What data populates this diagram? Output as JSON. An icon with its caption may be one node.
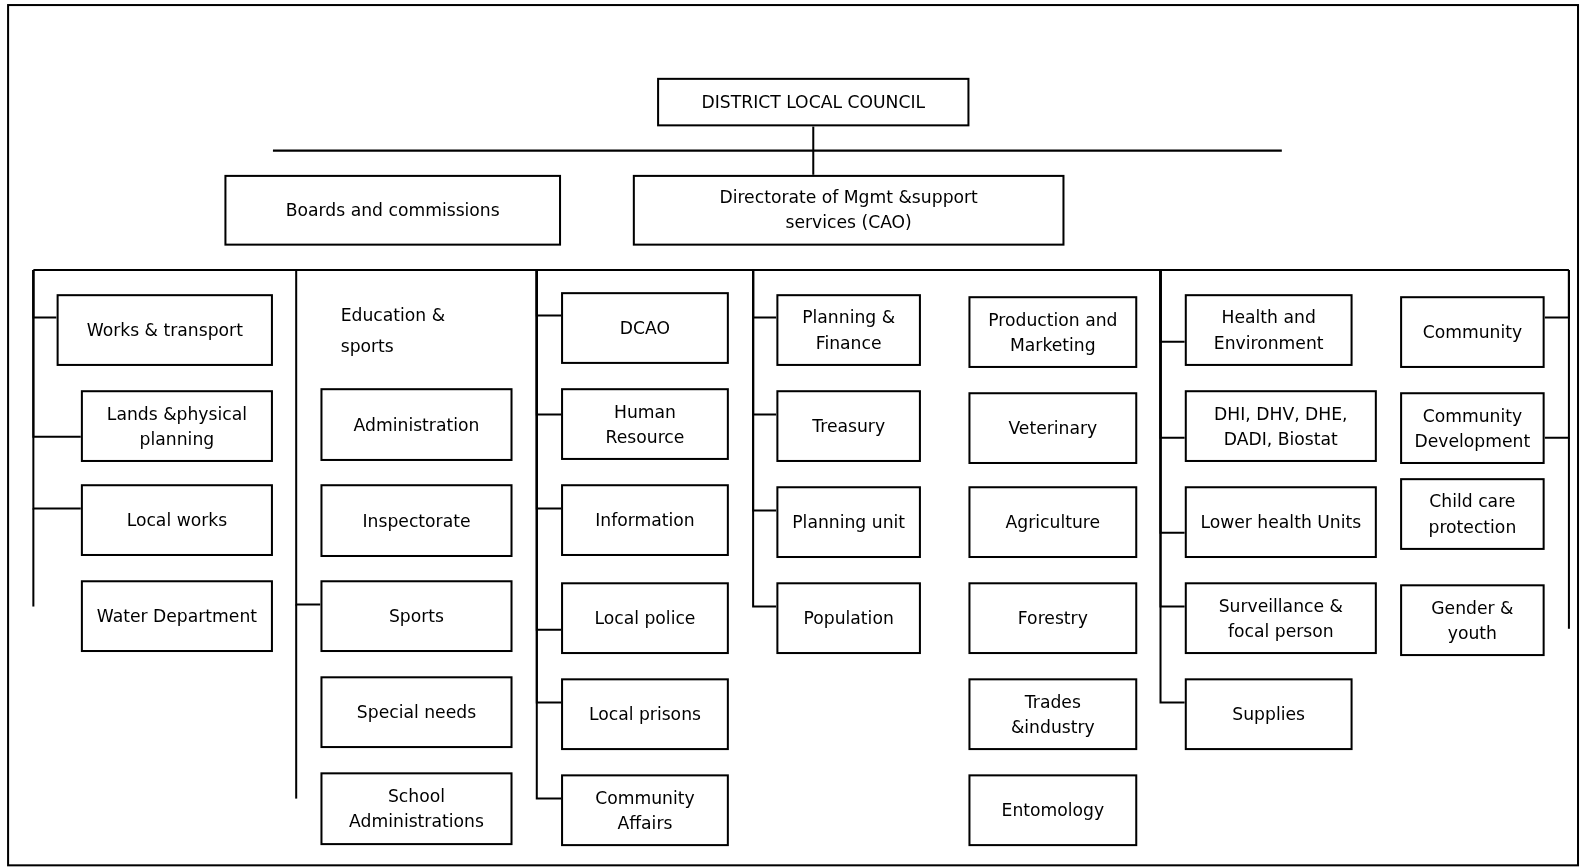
{
  "diagram": {
    "nodes": [
      {
        "text": [
          "DISTRICT  LOCAL COUNCIL"
        ]
      },
      {
        "text": [
          "Boards and commissions"
        ]
      },
      {
        "text": [
          "Directorate of Mgmt &support services (CAO)"
        ]
      },
      {
        "text": [
          "Works & transport"
        ]
      },
      {
        "text": [
          "Lands &physical planning"
        ]
      },
      {
        "text": [
          "Local works"
        ]
      },
      {
        "text": [
          "Water Department"
        ]
      },
      {
        "text": [
          "Administration"
        ]
      },
      {
        "text": [
          "Inspectorate"
        ]
      },
      {
        "text": [
          "Sports"
        ]
      },
      {
        "text": [
          "Special needs"
        ]
      },
      {
        "text": [
          "School Administrations"
        ]
      },
      {
        "text": [
          "DCAO"
        ]
      },
      {
        "text": [
          "Human Resource"
        ]
      },
      {
        "text": [
          "Information"
        ]
      },
      {
        "text": [
          "Local police"
        ]
      },
      {
        "text": [
          "Local prisons"
        ]
      },
      {
        "text": [
          "Community Affairs"
        ]
      },
      {
        "text": [
          "Planning & Finance"
        ]
      },
      {
        "text": [
          "Treasury"
        ]
      },
      {
        "text": [
          "Planning unit"
        ]
      },
      {
        "text": [
          "Population"
        ]
      },
      {
        "text": [
          "Production and Marketing"
        ]
      },
      {
        "text": [
          "Veterinary"
        ]
      },
      {
        "text": [
          "Agriculture"
        ]
      },
      {
        "text": [
          "Forestry"
        ]
      },
      {
        "text": [
          "Trades &industry"
        ]
      },
      {
        "text": [
          "Entomology"
        ]
      },
      {
        "text": [
          "Health and Environment"
        ]
      },
      {
        "text": [
          "DHI, DHV, DHE, DADI, Biostat"
        ]
      },
      {
        "text": [
          "Lower health Units"
        ]
      },
      {
        "text": [
          "Surveillance & focal person"
        ]
      },
      {
        "text": [
          "Supplies"
        ]
      },
      {
        "text": [
          "Community"
        ]
      },
      {
        "text": [
          "Community Development"
        ]
      },
      {
        "text": [
          "Child care protection"
        ]
      },
      {
        "text": [
          "Gender & youth"
        ]
      }
    ],
    "edges": [
      {
        "from": 0,
        "to": 2,
        "arrow": "none"
      },
      {
        "from": null,
        "to": 3,
        "arrow": "none"
      },
      {
        "from": null,
        "to": 4,
        "arrow": "none"
      },
      {
        "from": null,
        "to": 5,
        "arrow": "none"
      },
      {
        "from": null,
        "to": 9,
        "arrow": "none"
      },
      {
        "from": null,
        "to": 12,
        "arrow": "none"
      },
      {
        "from": null,
        "to": 13,
        "arrow": "none"
      },
      {
        "from": null,
        "to": 14,
        "arrow": "none"
      },
      {
        "from": null,
        "to": 15,
        "arrow": "none"
      },
      {
        "from": null,
        "to": 16,
        "arrow": "none"
      },
      {
        "from": null,
        "to": 17,
        "arrow": "none"
      },
      {
        "from": null,
        "to": 18,
        "arrow": "none"
      },
      {
        "from": null,
        "to": 19,
        "arrow": "none"
      },
      {
        "from": null,
        "to": 20,
        "arrow": "none"
      },
      {
        "from": null,
        "to": 21,
        "arrow": "none"
      },
      {
        "from": null,
        "to": 28,
        "arrow": "none"
      },
      {
        "from": null,
        "to": 29,
        "arrow": "none"
      },
      {
        "from": null,
        "to": 30,
        "arrow": "none"
      },
      {
        "from": null,
        "to": 31,
        "arrow": "none"
      },
      {
        "from": null,
        "to": 32,
        "arrow": "none"
      },
      {
        "from": null,
        "to": 33,
        "arrow": "none"
      },
      {
        "from": null,
        "to": 34,
        "arrow": "none"
      }
    ],
    "labels": [
      "Education & sports"
    ]
  }
}
